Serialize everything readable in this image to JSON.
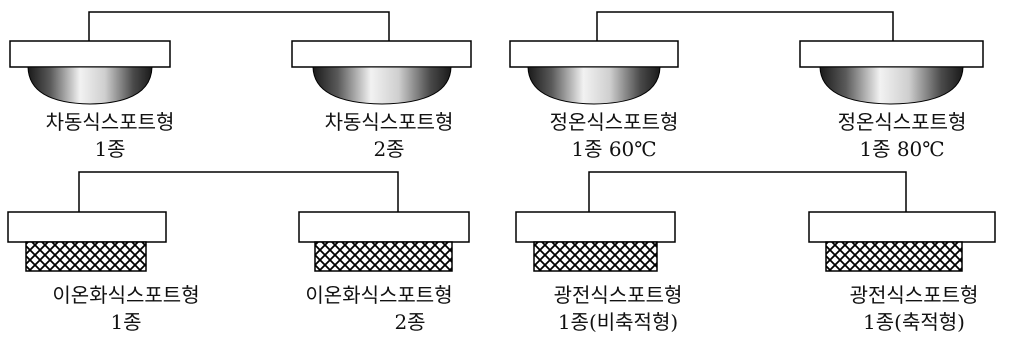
{
  "detectors": [
    {
      "name": "차동식스포트형",
      "grade": "1종",
      "kind": "heat"
    },
    {
      "name": "차동식스포트형",
      "grade": "2종",
      "kind": "heat"
    },
    {
      "name": "정온식스포트형",
      "grade": "1종 60℃",
      "kind": "heat"
    },
    {
      "name": "정온식스포트형",
      "grade": "1종 80℃",
      "kind": "heat"
    },
    {
      "name": "이온화식스포트형",
      "grade": "1종",
      "kind": "smoke"
    },
    {
      "name": "이온화식스포트형",
      "grade": "2종",
      "kind": "smoke"
    },
    {
      "name": "광전식스포트형",
      "grade": "1종(비축적형)",
      "kind": "smoke"
    },
    {
      "name": "광전식스포트형",
      "grade": "1종(축적형)",
      "kind": "smoke"
    }
  ],
  "colors": {
    "line": "#000000",
    "dome_dark": "#1a1a1a",
    "dome_light": "#f2f2f2",
    "mesh": "#000000"
  }
}
